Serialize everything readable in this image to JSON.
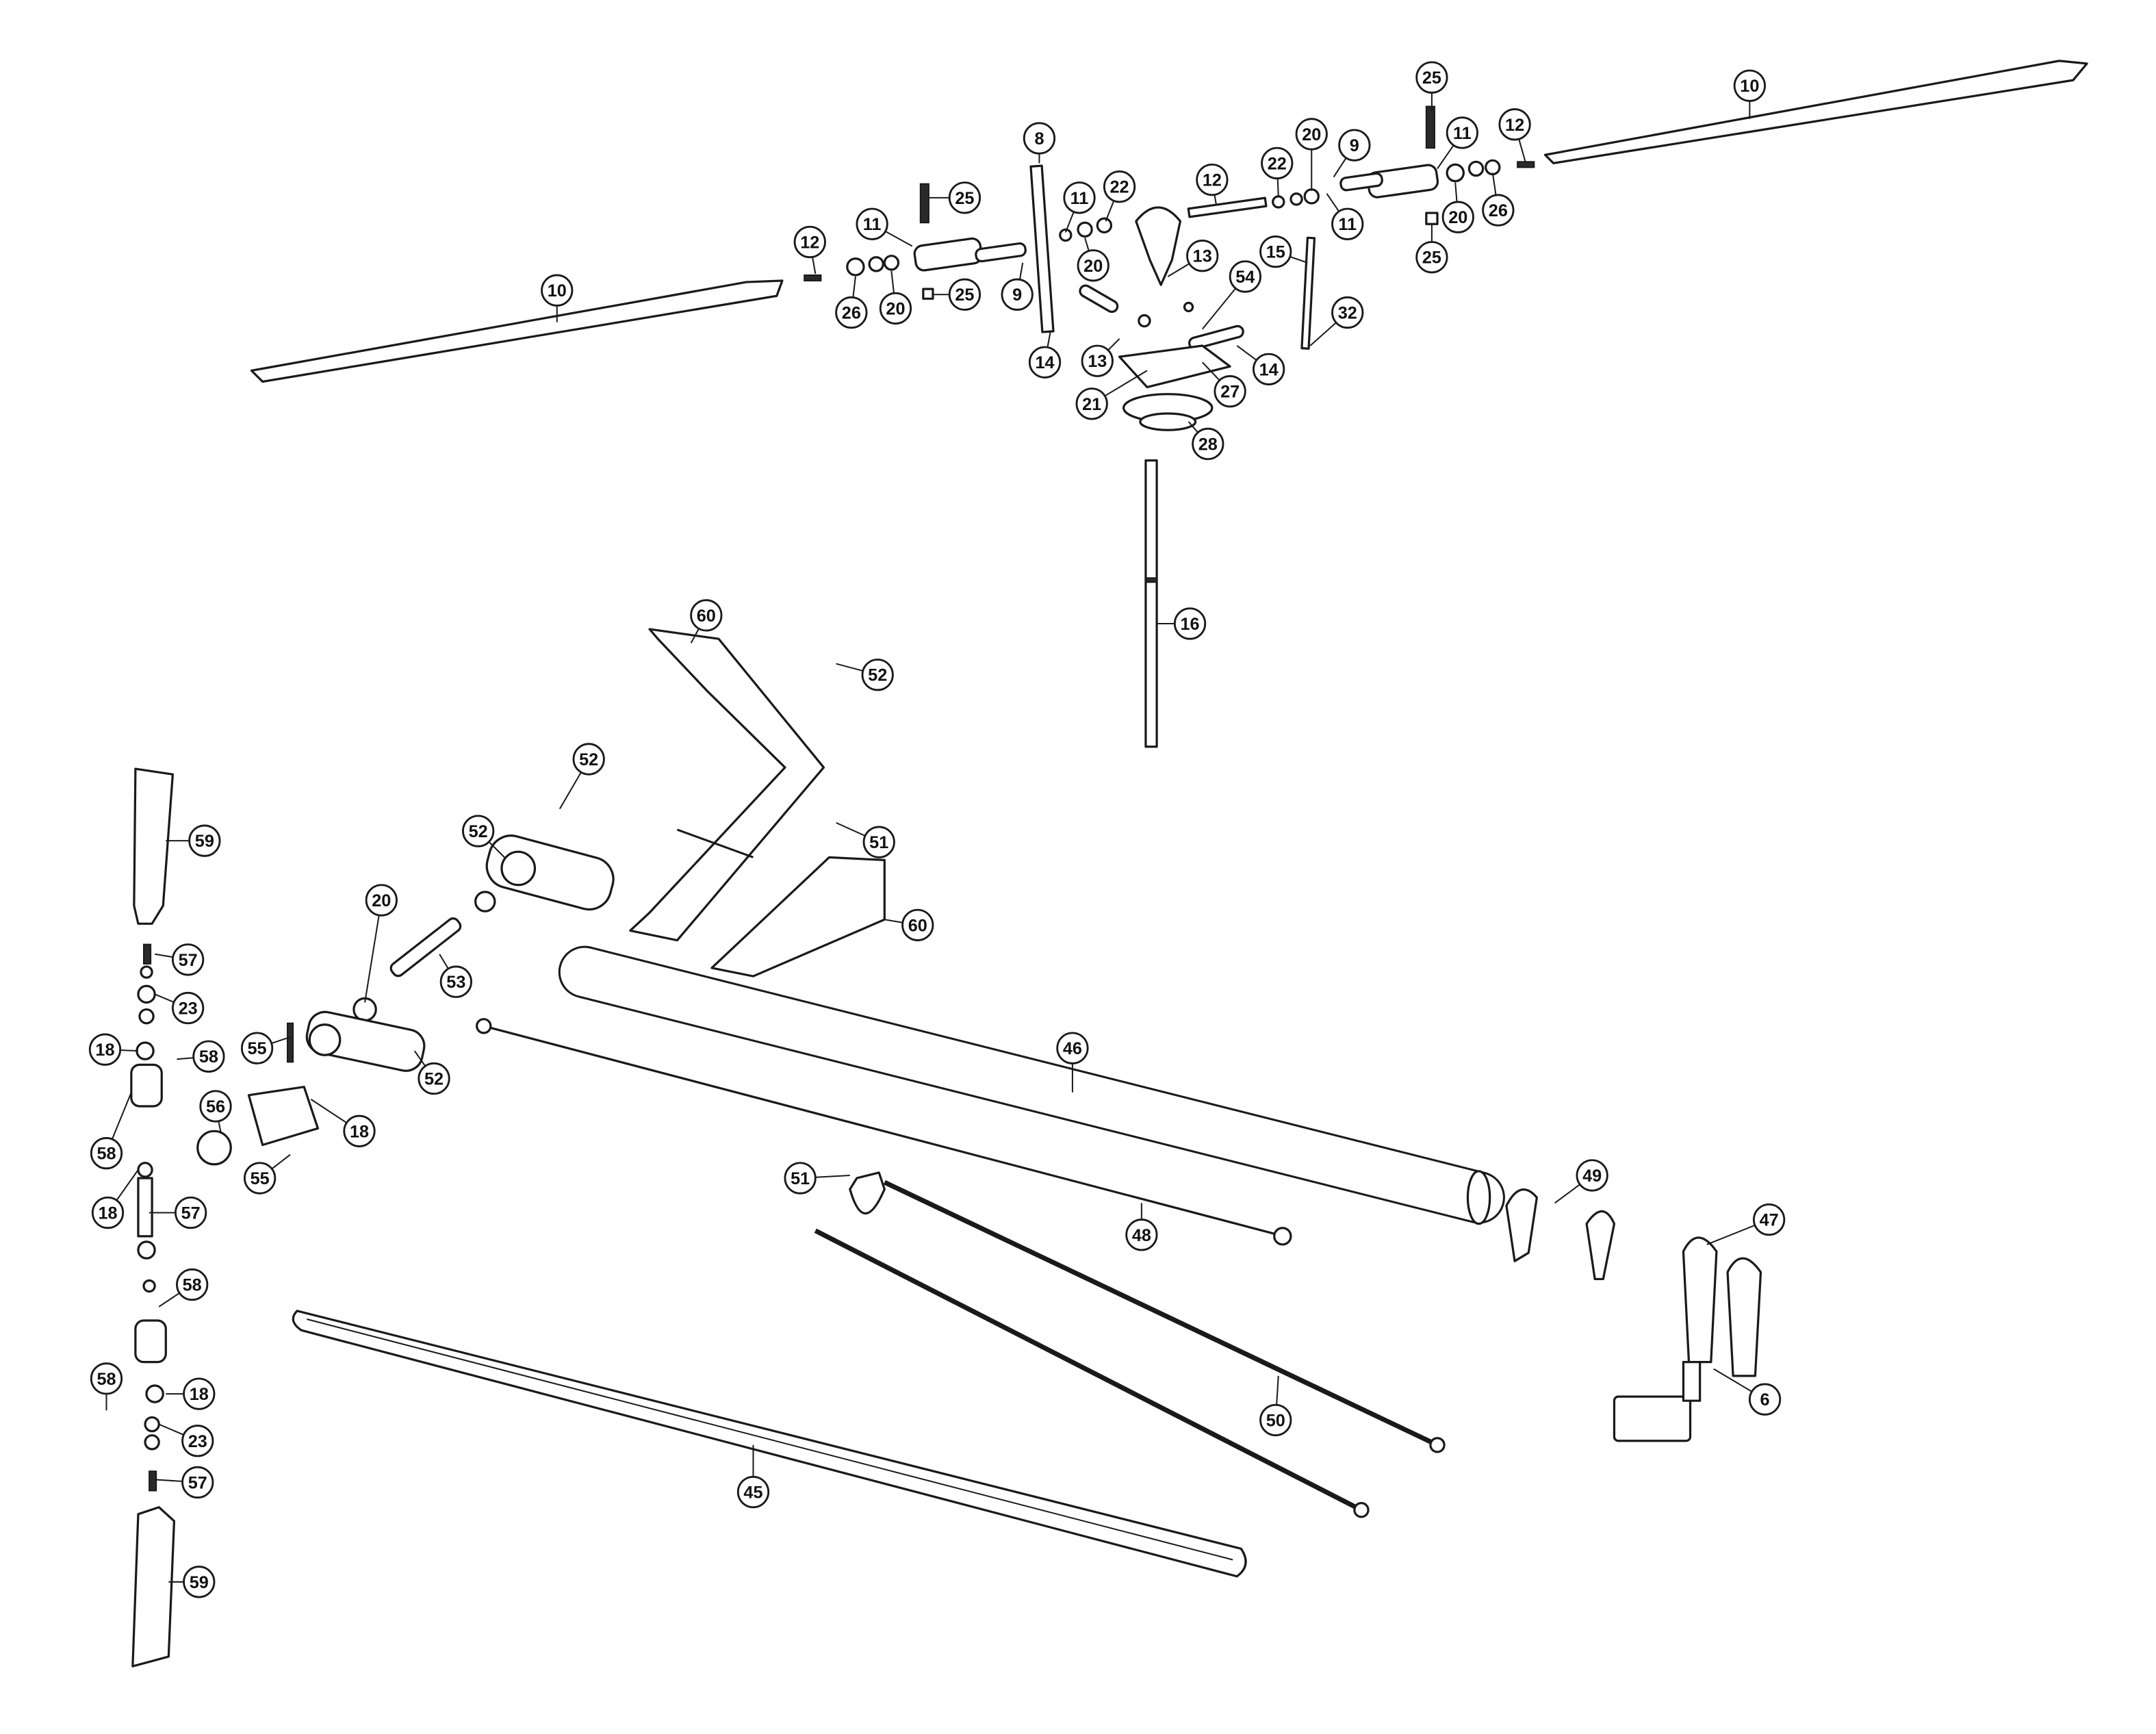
{
  "title": "Helicopter exploded parts diagram",
  "callouts": [
    "25",
    "10",
    "12",
    "20",
    "9",
    "11",
    "8",
    "25",
    "12",
    "22",
    "11",
    "22",
    "26",
    "20",
    "11",
    "25",
    "11",
    "20",
    "12",
    "13",
    "15",
    "10",
    "9",
    "25",
    "54",
    "26",
    "20",
    "32",
    "14",
    "13",
    "14",
    "21",
    "27",
    "28",
    "16",
    "60",
    "52",
    "52",
    "59",
    "52",
    "51",
    "20",
    "60",
    "57",
    "53",
    "23",
    "18",
    "58",
    "55",
    "46",
    "52",
    "56",
    "18",
    "58",
    "55",
    "51",
    "49",
    "18",
    "57",
    "47",
    "48",
    "58",
    "58",
    "18",
    "6",
    "50",
    "23",
    "57",
    "45",
    "59"
  ]
}
